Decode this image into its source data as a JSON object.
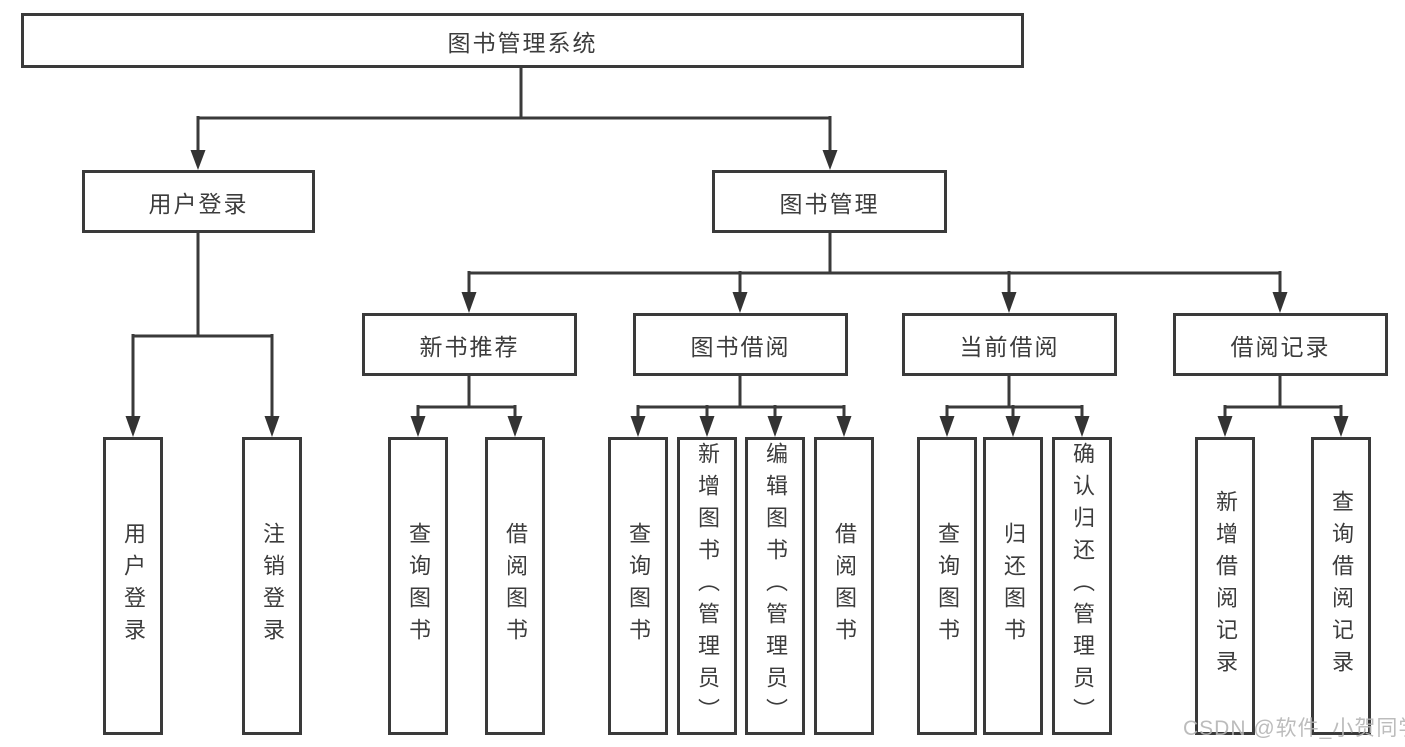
{
  "diagram": {
    "title": "图书管理系统",
    "nodes": {
      "root": "图书管理系统",
      "l2": [
        "用户登录",
        "图书管理"
      ],
      "l3": [
        "新书推荐",
        "图书借阅",
        "当前借阅",
        "借阅记录"
      ],
      "leaves_user": [
        "用户登录",
        "注销登录"
      ],
      "leaves_new": [
        "查询图书",
        "借阅图书"
      ],
      "leaves_borrow": [
        "查询图书",
        "新增图书（管理员）",
        "编辑图书（管理员）",
        "借阅图书"
      ],
      "leaves_current": [
        "查询图书",
        "归还图书",
        "确认归还（管理员）"
      ],
      "leaves_records": [
        "新增借阅记录",
        "查询借阅记录"
      ]
    },
    "watermark": "CSDN @软件_小贺同学",
    "colors": {
      "line": "#3a3a3a",
      "arrow": "#333333",
      "box_border": "#3a3a3a",
      "box_bg": "#ffffff",
      "text": "#3c3c3c",
      "watermark": "#b5b5b5",
      "background": "#ffffff"
    }
  }
}
